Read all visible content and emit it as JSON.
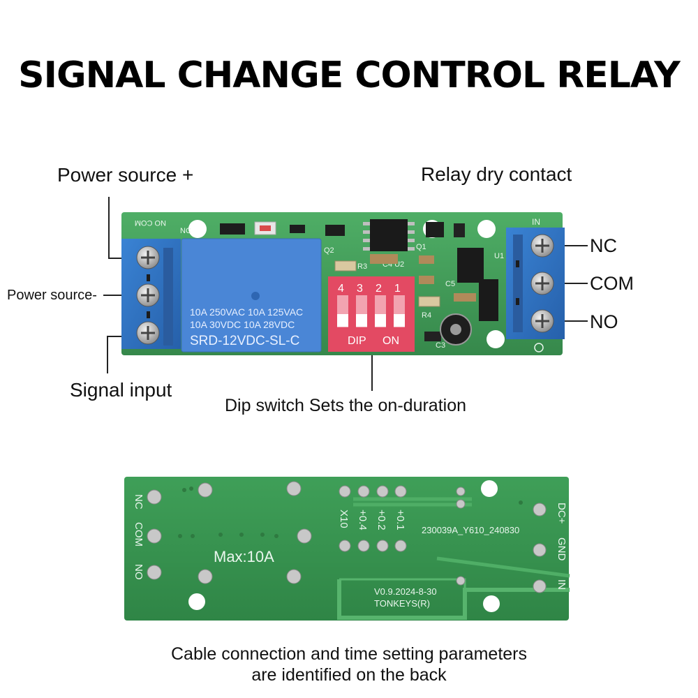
{
  "title": "SIGNAL CHANGE CONTROL RELAY",
  "callouts": {
    "power_plus": "Power source +",
    "power_minus": "Power source-",
    "signal_input": "Signal input",
    "relay_dry_contact": "Relay dry contact",
    "dip_switch": "Dip switch Sets the on-duration"
  },
  "terminals": {
    "nc": "NC",
    "com": "COM",
    "no": "NO"
  },
  "front_board": {
    "relay_line1": "10A 250VAC  10A 125VAC",
    "relay_line2": "10A  30VDC  10A  28VDC",
    "relay_model": "SRD-12VDC-SL-C",
    "dip_numbers": [
      "4",
      "3",
      "2",
      "1"
    ],
    "dip_left_label": "DIP",
    "dip_right_label": "ON",
    "silk_nocom": "NO COM",
    "silk_nc": "NC",
    "silk_in": "IN",
    "silk_q1": "Q1",
    "silk_q2": "Q2",
    "silk_r3": "R3",
    "silk_c4u2": "C4 U2",
    "silk_u1": "U1",
    "silk_c5": "C5",
    "silk_r4": "R4",
    "silk_c3": "C3"
  },
  "back_board": {
    "left_labels": [
      "NC",
      "COM",
      "NO"
    ],
    "right_labels": [
      "DC+",
      "GND",
      "IN"
    ],
    "dip_labels": [
      "X10",
      "+0.4",
      "+0.2",
      "+0.1"
    ],
    "max_current": "Max:10A",
    "board_code": "230039A_Y610_240830",
    "version": "V0.9.2024-8-30",
    "brand": "TONKEYS(R)"
  },
  "footer": {
    "line1": "Cable connection and time setting parameters",
    "line2": "are identified on the back"
  },
  "colors": {
    "pcb_green": "#3f9a55",
    "terminal_blue": "#2f6fbe",
    "relay_blue": "#4a86d6",
    "dip_red": "#e34a63"
  }
}
